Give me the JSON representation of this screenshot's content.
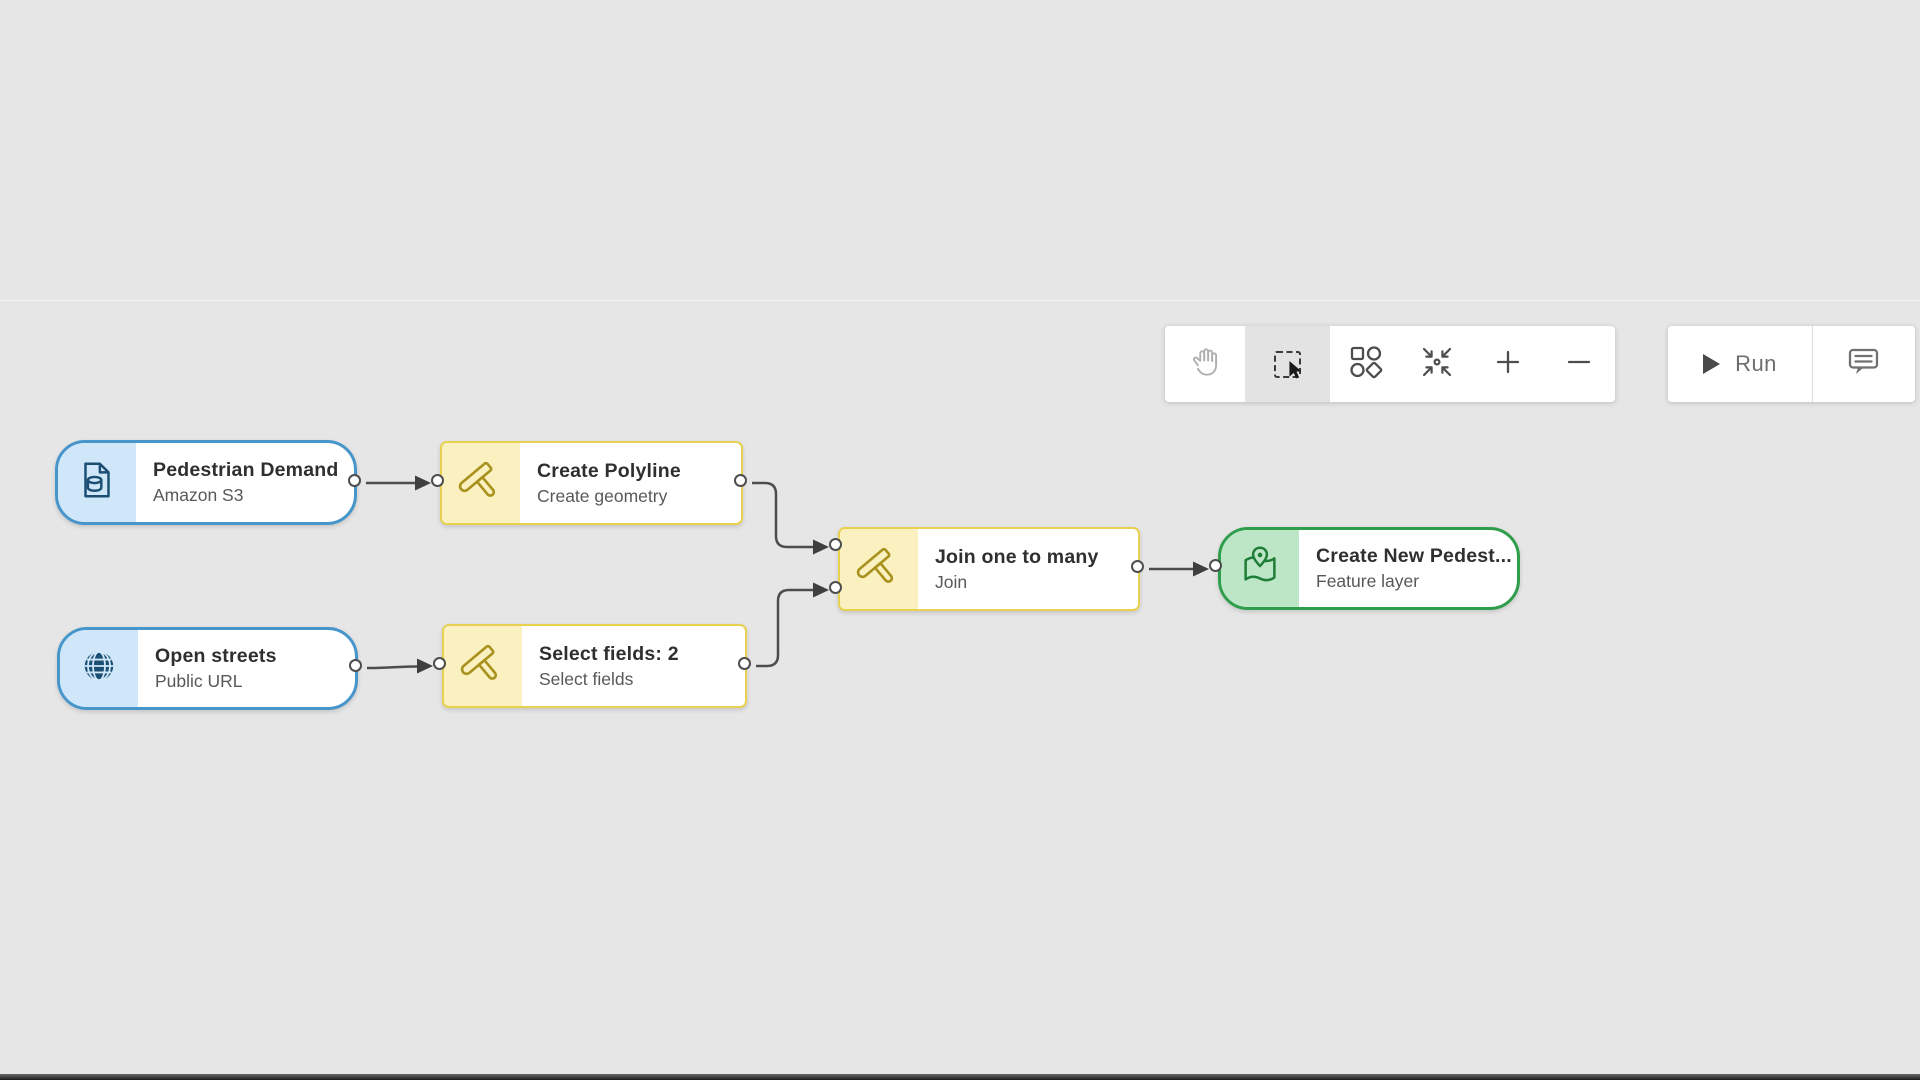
{
  "canvas": {
    "background_color": "#e7e6e6"
  },
  "toolbar": {
    "tools": [
      {
        "name": "pan",
        "icon": "hand-icon",
        "active": false
      },
      {
        "name": "select",
        "icon": "marquee-select-icon",
        "active": true
      },
      {
        "name": "auto-layout",
        "icon": "layout-shapes-icon",
        "active": false
      },
      {
        "name": "fit-to-view",
        "icon": "collapse-arrows-icon",
        "active": false
      },
      {
        "name": "zoom-in",
        "icon": "plus-icon",
        "active": false
      },
      {
        "name": "zoom-out",
        "icon": "minus-icon",
        "active": false
      }
    ],
    "run_label": "Run",
    "run_icon": "play-icon",
    "feedback_icon": "comment-icon"
  },
  "nodes": [
    {
      "id": "pedestrian-demand",
      "title": "Pedestrian Demand",
      "subtitle": "Amazon S3",
      "kind": "input",
      "icon": "document-database-icon",
      "accent": "#4796cb",
      "icon_bg": "#cfe7f8",
      "inputs": 0,
      "outputs": 1
    },
    {
      "id": "open-streets",
      "title": "Open streets",
      "subtitle": "Public URL",
      "kind": "input",
      "icon": "globe-icon",
      "accent": "#4796cb",
      "icon_bg": "#cfe7f8",
      "inputs": 0,
      "outputs": 1
    },
    {
      "id": "create-polyline",
      "title": "Create Polyline",
      "subtitle": "Create geometry",
      "kind": "tool",
      "icon": "hammer-icon",
      "accent": "#e7d14f",
      "icon_bg": "#faf0c0",
      "inputs": 1,
      "outputs": 1
    },
    {
      "id": "select-fields",
      "title": "Select fields: 2",
      "subtitle": "Select fields",
      "kind": "tool",
      "icon": "hammer-icon",
      "accent": "#e7d14f",
      "icon_bg": "#faf0c0",
      "inputs": 1,
      "outputs": 1
    },
    {
      "id": "join-one-to-many",
      "title": "Join one to many",
      "subtitle": "Join",
      "kind": "tool",
      "icon": "hammer-icon",
      "accent": "#e7d14f",
      "icon_bg": "#faf0c0",
      "inputs": 2,
      "outputs": 1
    },
    {
      "id": "create-new-pedest",
      "title": "Create New Pedest...",
      "subtitle": "Feature layer",
      "kind": "output",
      "icon": "map-pin-icon",
      "accent": "#2f9e4c",
      "icon_bg": "#bde6c7",
      "inputs": 1,
      "outputs": 0
    }
  ],
  "edges": [
    {
      "from": "pedestrian-demand",
      "to": "create-polyline"
    },
    {
      "from": "open-streets",
      "to": "select-fields"
    },
    {
      "from": "create-polyline",
      "to": "join-one-to-many",
      "to_port": "input-1"
    },
    {
      "from": "select-fields",
      "to": "join-one-to-many",
      "to_port": "input-2"
    },
    {
      "from": "join-one-to-many",
      "to": "create-new-pedest"
    }
  ]
}
